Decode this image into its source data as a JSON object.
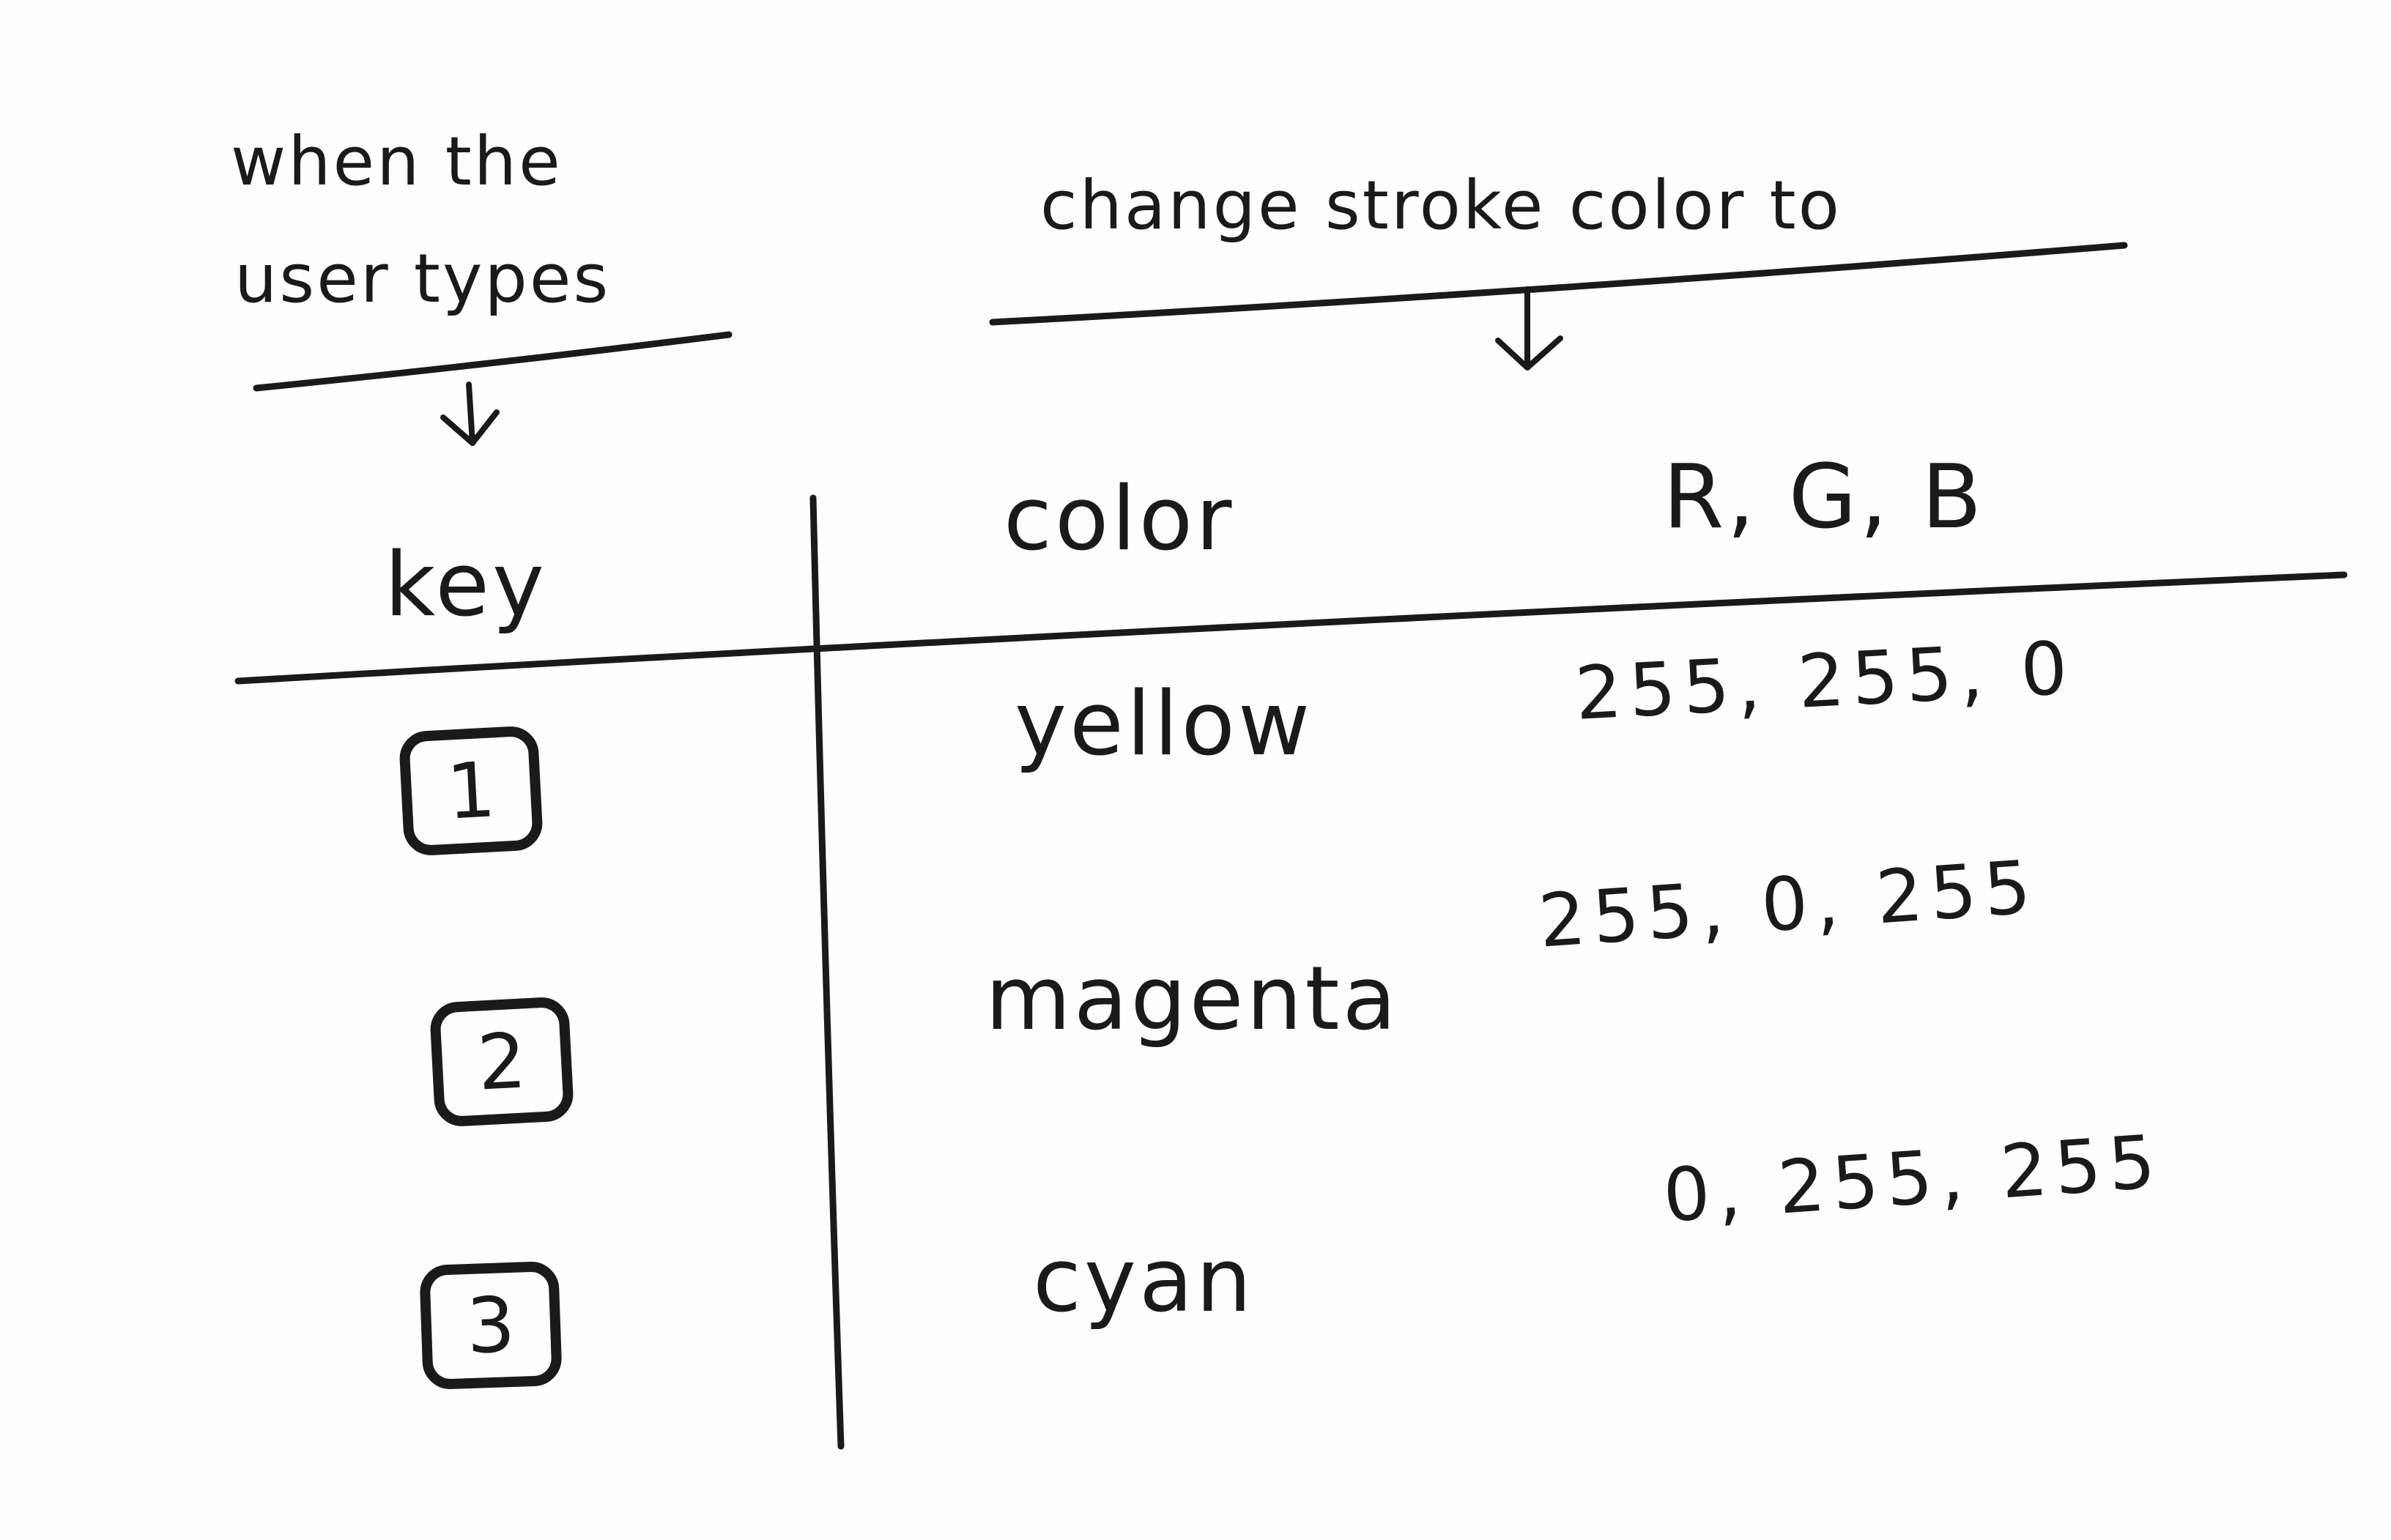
{
  "captions": {
    "key_caption_line1": "when the",
    "key_caption_line2": "user types",
    "color_caption": "change stroke color to"
  },
  "table": {
    "headers": {
      "key": "key",
      "color": "color",
      "rgb": "R, G, B"
    },
    "rows": [
      {
        "key": "1",
        "color": "yellow",
        "rgb": "255, 255, 0"
      },
      {
        "key": "2",
        "color": "magenta",
        "rgb": "255, 0, 255"
      },
      {
        "key": "3",
        "color": "cyan",
        "rgb": "0, 255, 255"
      }
    ]
  },
  "icons": {
    "arrow_left": "arrow-down-icon",
    "arrow_right": "arrow-down-icon"
  },
  "colors": {
    "ink": "#1a1a1a",
    "paper": "#fefefe"
  }
}
